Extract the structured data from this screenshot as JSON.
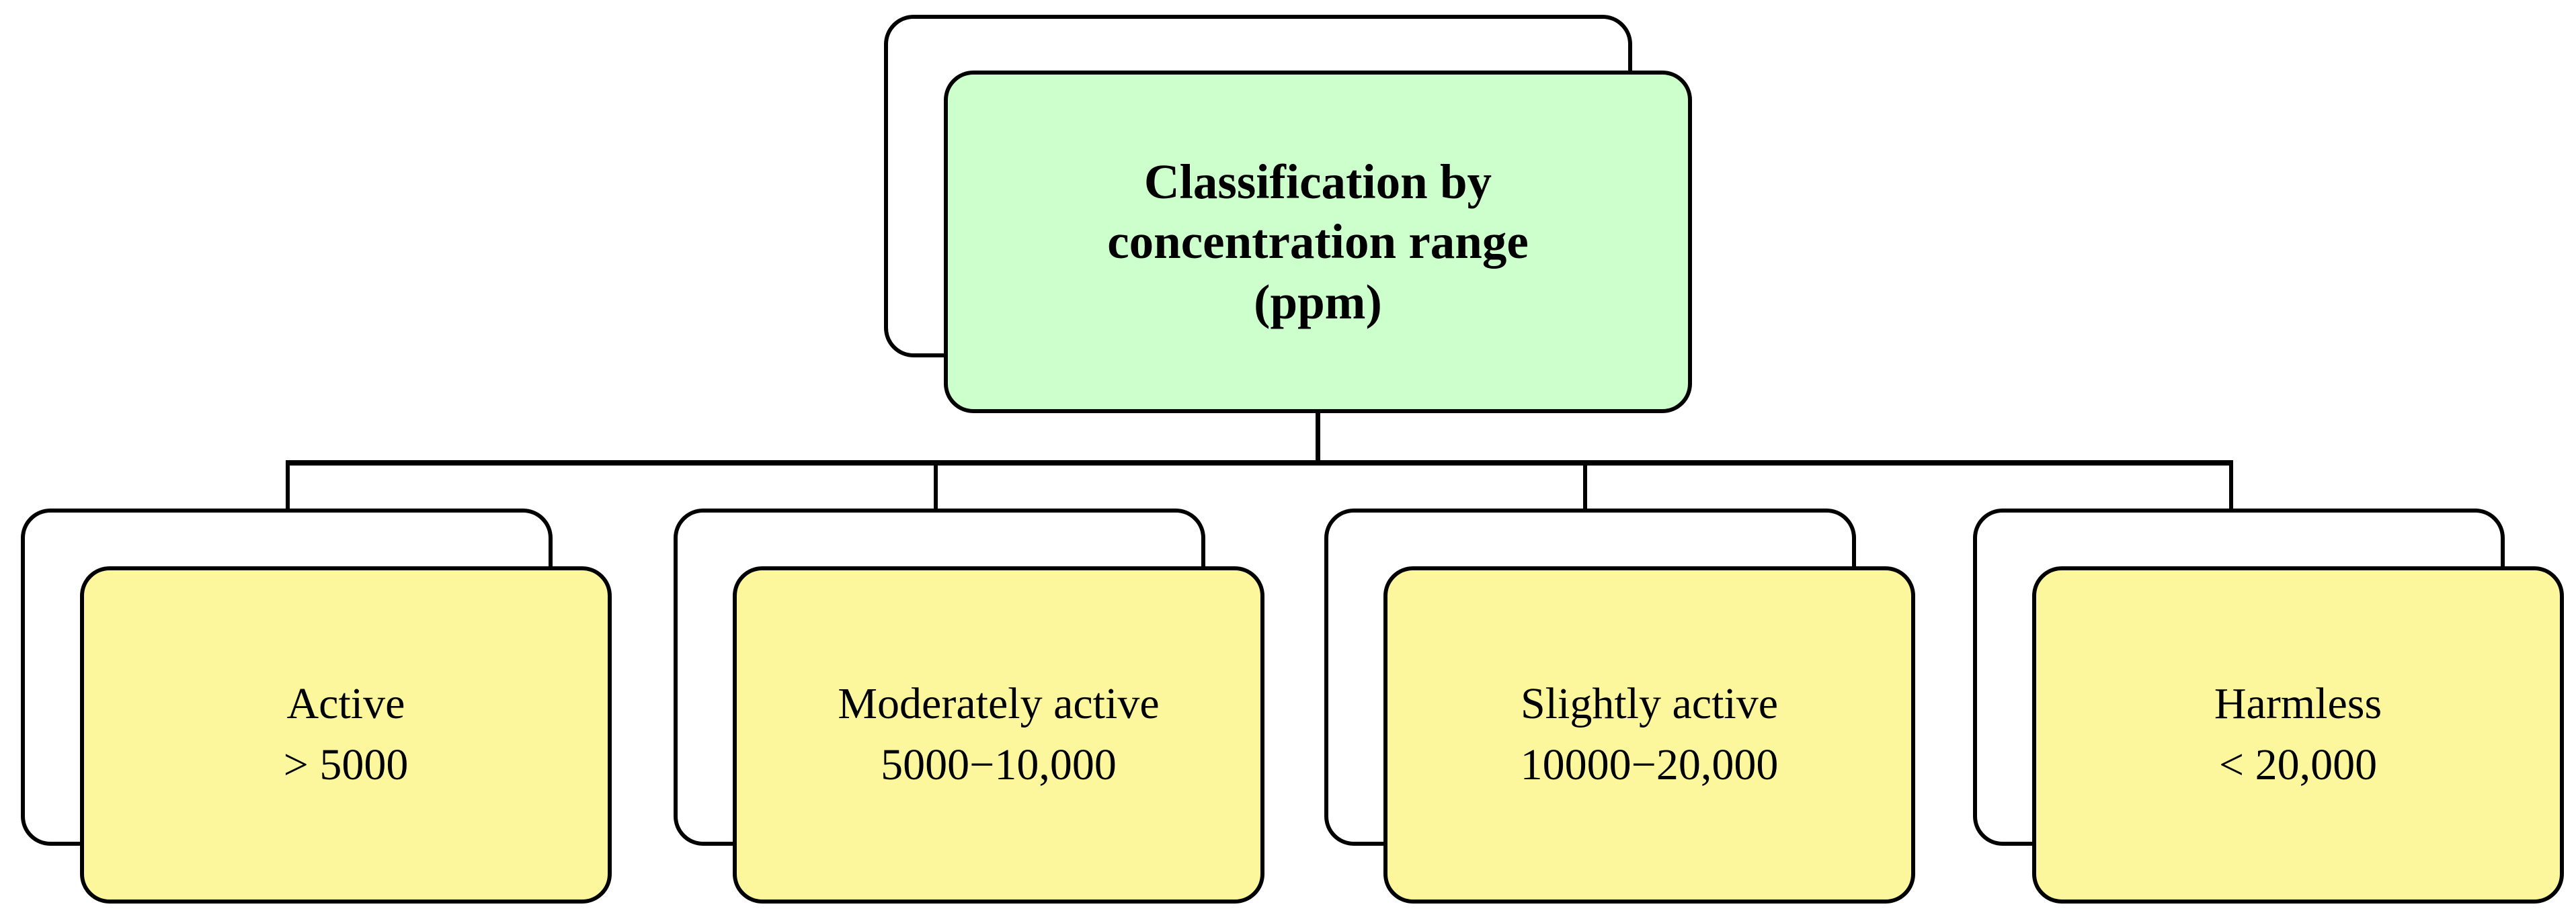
{
  "diagram": {
    "title": "Classification by concentration range (ppm)",
    "type": "tree-hierarchy",
    "background_color": "#ffffff",
    "line_color": "#000000",
    "root": {
      "label_lines": [
        "Classification by",
        "concentration range",
        "(ppm)"
      ],
      "fill_color": "#ccffcc",
      "has_offset_shadow_box": true
    },
    "children": [
      {
        "name": "Active",
        "range": "> 5000",
        "fill_color": "#fcf79c",
        "has_offset_shadow_box": true
      },
      {
        "name": "Moderately active",
        "range": "5000−10,000",
        "fill_color": "#fcf79c",
        "has_offset_shadow_box": true
      },
      {
        "name": "Slightly active",
        "range": "10000−20,000",
        "fill_color": "#fcf79c",
        "has_offset_shadow_box": true
      },
      {
        "name": "Harmless",
        "range": "< 20,000",
        "fill_color": "#fcf79c",
        "has_offset_shadow_box": true
      }
    ]
  }
}
